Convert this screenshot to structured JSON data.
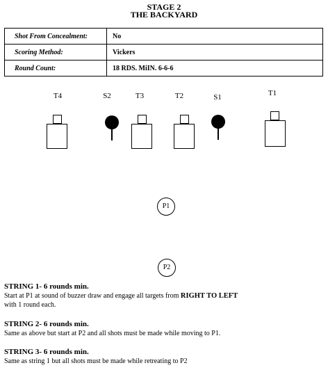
{
  "header": {
    "stage": "STAGE 2",
    "name": "THE BACKYARD"
  },
  "info_table": [
    {
      "label": "Shot From Concealment:",
      "value": "No"
    },
    {
      "label": "Scoring Method:",
      "value": "Vickers"
    },
    {
      "label": "Round Count:",
      "value": "18 RDS.  MiIN.  6-6-6"
    }
  ],
  "targets": {
    "t4": "T4",
    "s2": "S2",
    "t3": "T3",
    "t2": "T2",
    "s1": "S1",
    "t1": "T1"
  },
  "positions": {
    "p1": "P1",
    "p2": "P2"
  },
  "strings": [
    {
      "title": "STRING 1- 6 rounds min.",
      "line1_pre": "Start at P1 at sound of buzzer draw and engage all targets from ",
      "line1_bold": "RIGHT TO LEFT",
      "line2": "with 1 round each."
    },
    {
      "title": "STRING 2- 6 rounds min.",
      "line1": "Same as above but start at P2 and all shots must be made while moving to P1."
    },
    {
      "title": "STRING 3- 6 rounds min.",
      "line1": "Same as string 1 but all shots must be made while retreating to P2"
    }
  ]
}
